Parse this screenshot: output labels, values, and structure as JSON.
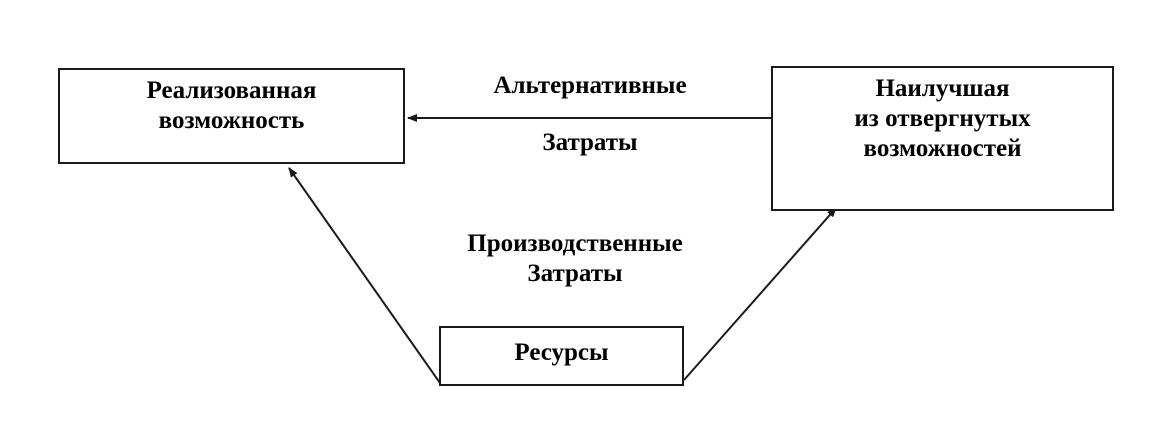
{
  "boxes": {
    "realized": "Реализованная\nвозможность",
    "best_rejected": "Наилучшая\nиз отвергнутых\nвозможностей",
    "resources": "Ресурсы"
  },
  "labels": {
    "alternative_line1": "Альтернативные",
    "alternative_line2": "Затраты",
    "production": "Производственные\nЗатраты"
  },
  "colors": {
    "line": "#1a1a1a",
    "background": "#ffffff"
  }
}
